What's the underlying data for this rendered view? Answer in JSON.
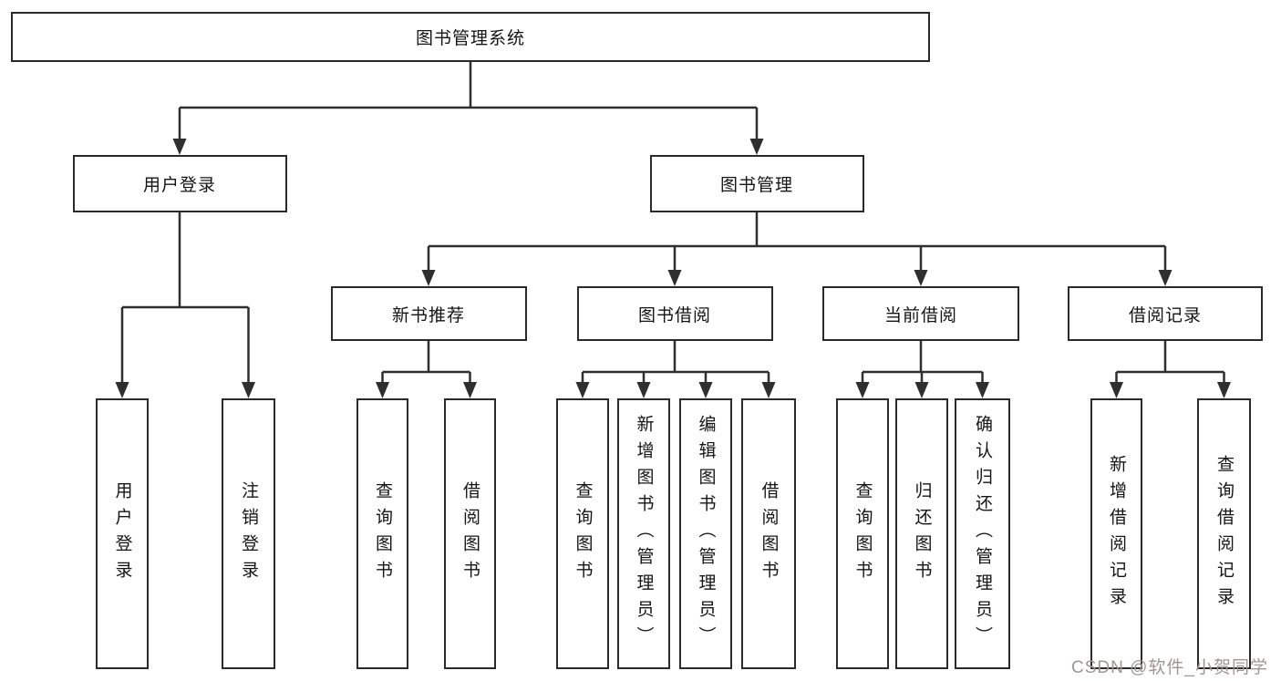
{
  "nodes": {
    "root": "图书管理系统",
    "user_login": "用户登录",
    "book_mgmt": "图书管理",
    "new_books": "新书推荐",
    "book_borrow": "图书借阅",
    "current_borrow": "当前借阅",
    "borrow_records": "借阅记录",
    "leaf_user_login": "用户登录",
    "leaf_logout": "注销登录",
    "leaf_query_books_1": "查询图书",
    "leaf_borrow_books_1": "借阅图书",
    "leaf_query_books_2": "查询图书",
    "leaf_add_books": "新增图书（管理员）",
    "leaf_edit_books": "编辑图书（管理员）",
    "leaf_borrow_books_2": "借阅图书",
    "leaf_query_books_3": "查询图书",
    "leaf_return_books": "归还图书",
    "leaf_confirm_return": "确认归还（管理员）",
    "leaf_add_borrow_record": "新增借阅记录",
    "leaf_query_borrow_record": "查询借阅记录"
  },
  "watermark": "CSDN @软件_小贺同学",
  "colors": {
    "line": "#2f2f2f",
    "box_border": "#2a2a2a",
    "text": "#141414",
    "watermark": "#a09595",
    "background": "#ffffff"
  }
}
